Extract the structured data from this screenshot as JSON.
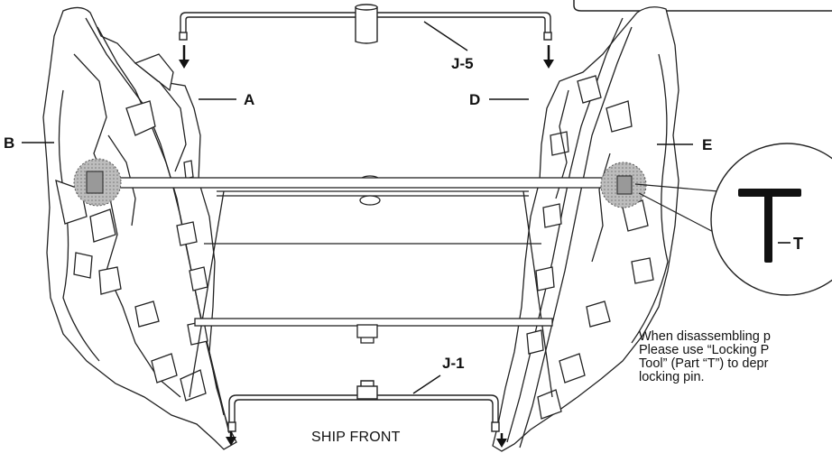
{
  "labels": {
    "a": "A",
    "b": "B",
    "d": "D",
    "e": "E",
    "j5": "J-5",
    "j1": "J-1",
    "t": "T"
  },
  "note_lines": [
    "When disassembling p",
    "Please use “Locking P",
    "Tool” (Part “T”) to depr",
    "locking pin."
  ],
  "ship_front": "SHIP FRONT"
}
